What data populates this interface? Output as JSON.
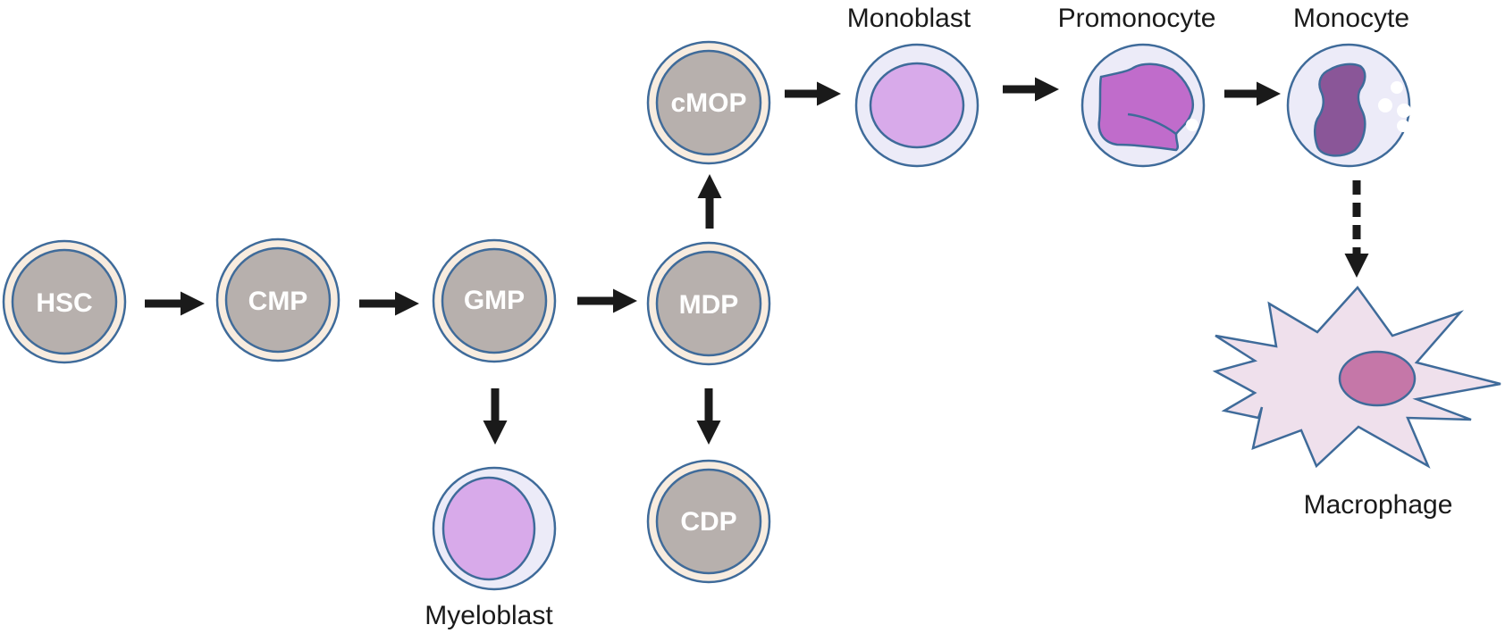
{
  "colors": {
    "progenitor_outer": "#f8ecdf",
    "progenitor_nucleus": "#b7b0ad",
    "blast_outer": "#ecebf8",
    "blast_nucleus": "#d8aaea",
    "promonocyte_nucleus": "#c06ccb",
    "monocyte_nucleus": "#8a5698",
    "macrophage_body": "#efe0ec",
    "macrophage_nucleus": "#c577a8",
    "outline": "#3f6b9a",
    "arrow": "#1a1a1a"
  },
  "cells": {
    "hsc": "HSC",
    "cmp": "CMP",
    "gmp": "GMP",
    "mdp": "MDP",
    "cmop": "cMOP",
    "cdp": "CDP"
  },
  "captions": {
    "monoblast": "Monoblast",
    "promonocyte": "Promonocyte",
    "monocyte": "Monocyte",
    "macrophage": "Macrophage",
    "myeloblast": "Myeloblast"
  }
}
